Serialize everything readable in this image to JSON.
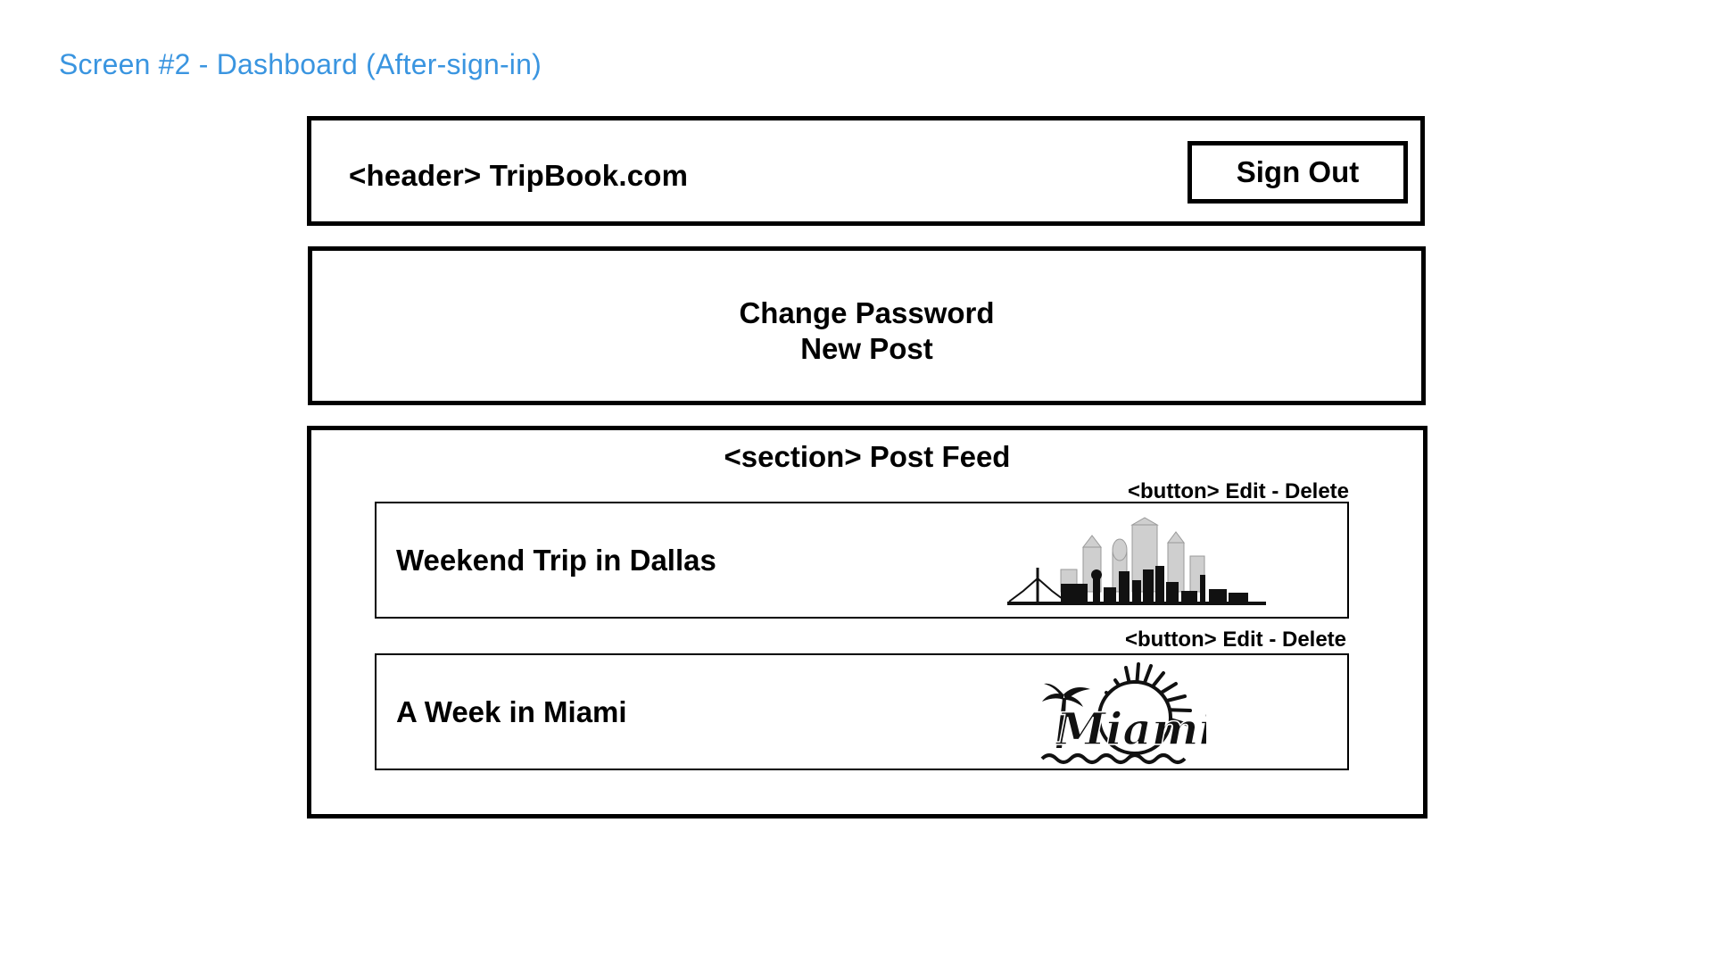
{
  "screen_title": "Screen #2 - Dashboard (After-sign-in)",
  "header": {
    "text": "<header> TripBook.com",
    "sign_out_label": "Sign Out"
  },
  "nav": {
    "change_password": "Change Password",
    "new_post": "New Post"
  },
  "feed": {
    "title": "<section> Post Feed",
    "posts": [
      {
        "title": "Weekend Trip in Dallas",
        "actions_label": "<button> Edit - Delete",
        "image": "dallas-skyline-icon"
      },
      {
        "title": "A Week in Miami",
        "actions_label": "<button> Edit - Delete",
        "image": "miami-logo-icon",
        "image_text": "Miami"
      }
    ]
  },
  "colors": {
    "title_blue": "#3a95e0",
    "border": "#000000",
    "background": "#ffffff"
  }
}
